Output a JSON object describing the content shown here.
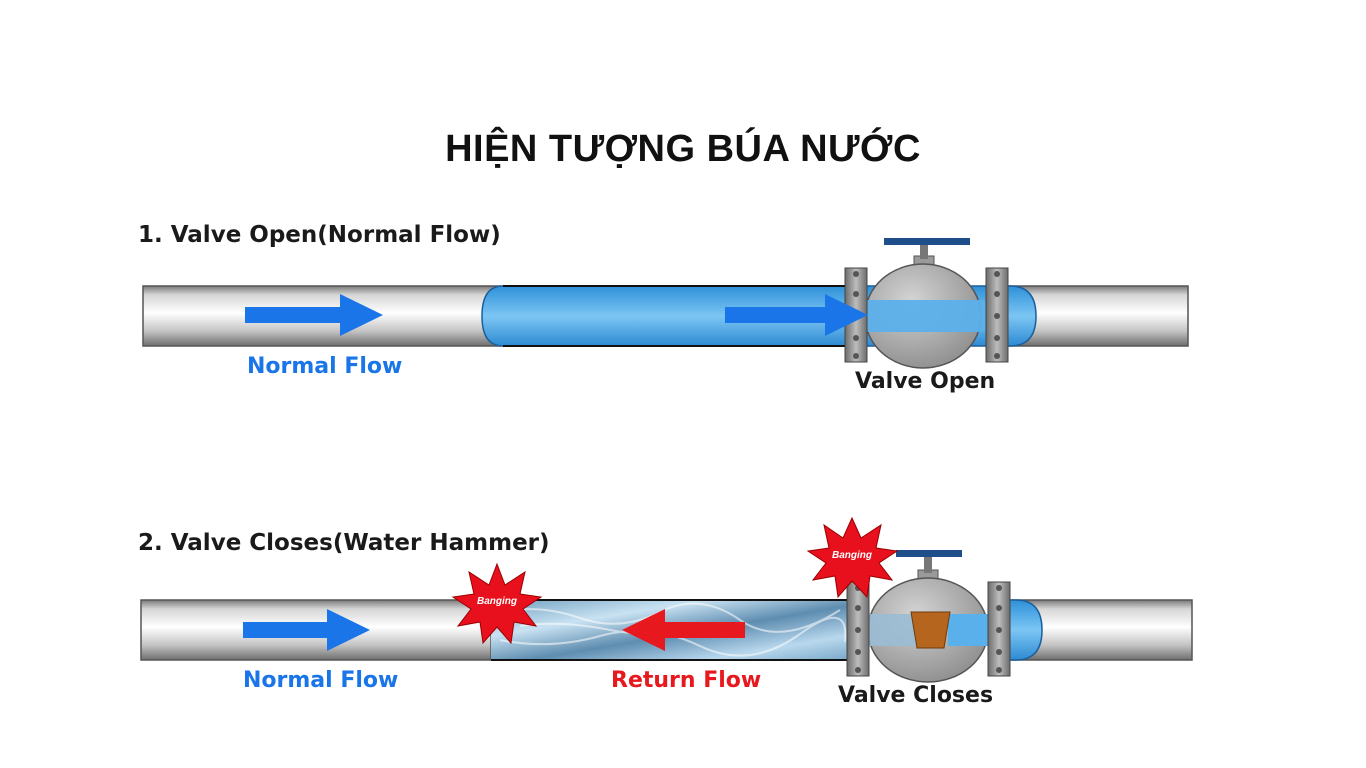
{
  "title": "HIỆN TƯỢNG BÚA NƯỚC",
  "colors": {
    "water": "#5ab0ea",
    "flow_arrow": "#1a76e8",
    "return_arrow": "#e8191e",
    "pipe": "#c8c8c8",
    "valve_body": "#a6a6a6",
    "valve_handle": "#1e4f8a",
    "burst": "#e8101c"
  },
  "section1": {
    "heading": "1. Valve Open(Normal Flow)",
    "normal_flow_label": "Normal Flow",
    "valve_label": "Valve Open"
  },
  "section2": {
    "heading": "2. Valve Closes(Water Hammer)",
    "normal_flow_label": "Normal Flow",
    "return_flow_label": "Return Flow",
    "valve_label": "Valve Closes",
    "banging_left": "Banging",
    "banging_right": "Banging"
  }
}
